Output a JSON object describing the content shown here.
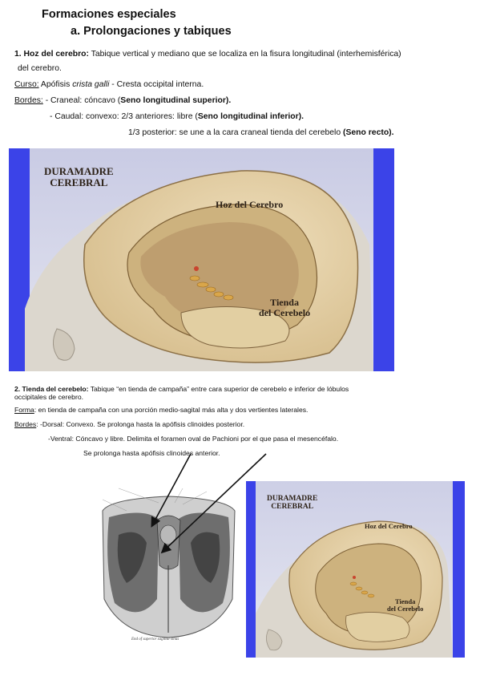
{
  "header": {
    "title": "Formaciones especiales",
    "subtitle": "a. Prolongaciones y tabiques"
  },
  "section1": {
    "heading": "1. Hoz del cerebro:",
    "line1": " Tabique vertical y mediano que se localiza en la fisura longitudinal (interhemisférica)",
    "line2": "del cerebro.",
    "curso_label": "Curso:",
    "curso_pre": " Apófisis ",
    "curso_italic": "crista galli",
    "curso_post": " - Cresta occipital interna.",
    "bordes_label": "Bordes:",
    "craneal_pre": "  - Craneal: cóncavo (",
    "craneal_bold": "Seno longitudinal superior).",
    "caudal_pre": "- Caudal: convexo: 2/3 anteriores: libre (",
    "caudal_bold": "Seno longitudinal inferior).",
    "posterior_pre": "1/3 posterior: se une a la cara craneal tienda del cerebelo ",
    "posterior_bold": "(Seno recto)."
  },
  "figure1": {
    "title_line1": "DURAMADRE",
    "title_line2": "CEREBRAL",
    "label_hoz": "Hoz del Cerebro",
    "label_tienda_1": "Tienda",
    "label_tienda_2": "del Cerebelo"
  },
  "section2": {
    "heading": "2. Tienda del cerebelo:",
    "line1": " Tabique “en tienda de campaña” entre cara superior de cerebelo e inferior de lóbulos",
    "line2": "occipitales de cerebro.",
    "forma_label": "Forma",
    "forma_text": ": en tienda de campaña con una porción medio-sagital más alta y dos vertientes laterales.",
    "bordes_label": "Bordes",
    "dorsal": ":  -Dorsal: Convexo. Se prolonga hasta la apófisis clinoides posterior.",
    "ventral": "-Ventral: Cóncavo y libre.  Delimita el foramen oval de Pachioni por el que pasa el mesencéfalo.",
    "ventral2": "Se prolonga hasta apófisis clinoides anterior."
  },
  "figure2": {
    "title_line1": "DURAMADRE",
    "title_line2": "CEREBRAL",
    "label_hoz": "Hoz del Cerebro",
    "label_tienda_1": "Tienda",
    "label_tienda_2": "del Cerebelo"
  },
  "figure3": {
    "caption": "End of superior sagittal sinus"
  },
  "colors": {
    "frame_blue": "#3b43e8",
    "dura": "#e7d3ab",
    "skin": "#d9d3c8"
  }
}
